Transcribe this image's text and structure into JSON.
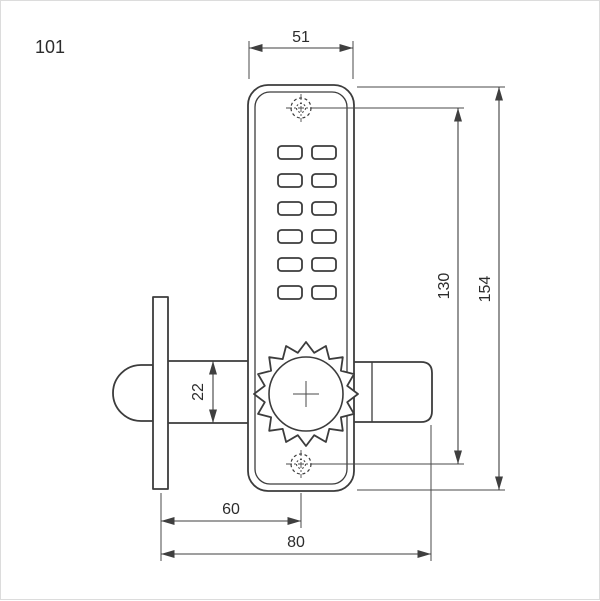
{
  "drawing": {
    "part_number": "101",
    "dimensions": {
      "body_width": "51",
      "screw_hole_spacing": "130",
      "body_height": "154",
      "latch_height": "22",
      "backset": "60",
      "overall_depth": "80"
    },
    "colors": {
      "line": "#3c3c3c",
      "background": "#ffffff"
    }
  }
}
